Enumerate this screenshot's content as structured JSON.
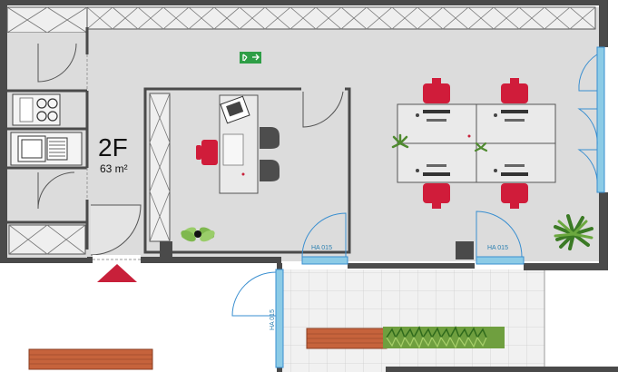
{
  "floor": {
    "label": "2F",
    "area": "63 m²"
  },
  "door_tags": {
    "left": "HA 015",
    "right": "HA 015",
    "vertical": "HA 015"
  },
  "colors": {
    "wall": "#4a4a4a",
    "floor": "#dcdcdc",
    "ceiling_hatch": "#e9e9e9",
    "chair": "#d01c3a",
    "door_arc": "#3a8fd0",
    "glass": "#8ccbe6",
    "bench": "#c6633c",
    "plant": "#4f8a2f",
    "exit_sign": "#2e9e46",
    "entrance_marker": "#c8203a"
  },
  "icons": [
    "exit-sign-icon",
    "entrance-arrow-icon",
    "plant-icon",
    "office-chair-icon",
    "laptop-icon",
    "stove-icon",
    "sink-icon"
  ]
}
